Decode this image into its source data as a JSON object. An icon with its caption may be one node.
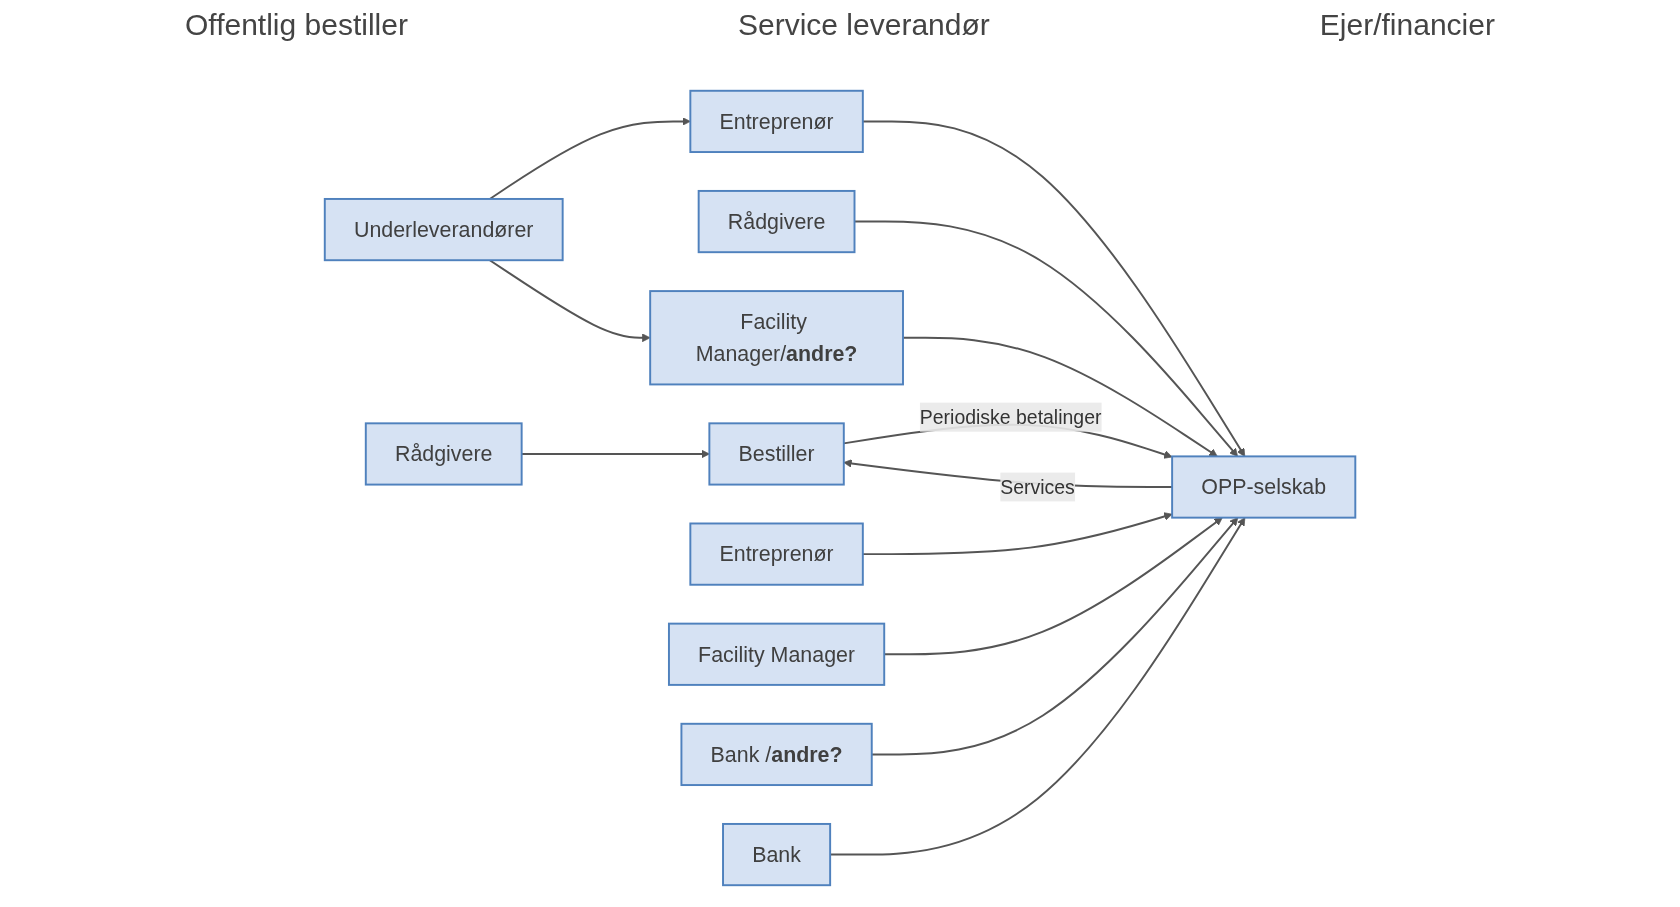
{
  "diagram": {
    "nodes": [
      {
        "text": [
          "Bestiller"
        ]
      },
      {
        "text": [
          "Rådgivere"
        ]
      },
      {
        "text": [
          "Rådgivere"
        ]
      },
      {
        "text": [
          "OPP-selskab"
        ]
      },
      {
        "text": [
          "Entreprenør"
        ]
      },
      {
        "text": [
          "Facility Manager/**andre?**"
        ]
      },
      {
        "text": [
          "Underleverandører"
        ]
      },
      {
        "text": [
          "Entreprenør"
        ]
      },
      {
        "text": [
          "Facility Manager"
        ]
      },
      {
        "text": [
          "Bank /**andre?**"
        ]
      },
      {
        "text": [
          "Bank"
        ]
      }
    ],
    "edges": [
      {
        "from": 1,
        "to": 0,
        "arrow": "to"
      },
      {
        "from": 2,
        "to": 3,
        "arrow": "to"
      },
      {
        "from": 3,
        "to": 0,
        "arrow": "to",
        "label": "Services"
      },
      {
        "from": 0,
        "to": 3,
        "arrow": "to",
        "label": "Periodiske betalinger"
      },
      {
        "from": 4,
        "to": 3,
        "arrow": "to"
      },
      {
        "from": 5,
        "to": 3,
        "arrow": "to"
      },
      {
        "from": 6,
        "to": 4,
        "arrow": "to"
      },
      {
        "from": 6,
        "to": 5,
        "arrow": "to"
      },
      {
        "from": 7,
        "to": 3,
        "arrow": "to"
      },
      {
        "from": 8,
        "to": 3,
        "arrow": "to"
      },
      {
        "from": 9,
        "to": 3,
        "arrow": "to"
      },
      {
        "from": 10,
        "to": 3,
        "arrow": "to"
      }
    ],
    "labels": [
      "Offentlig bestiller",
      "Service leverandør",
      "Ejer/financier"
    ]
  }
}
